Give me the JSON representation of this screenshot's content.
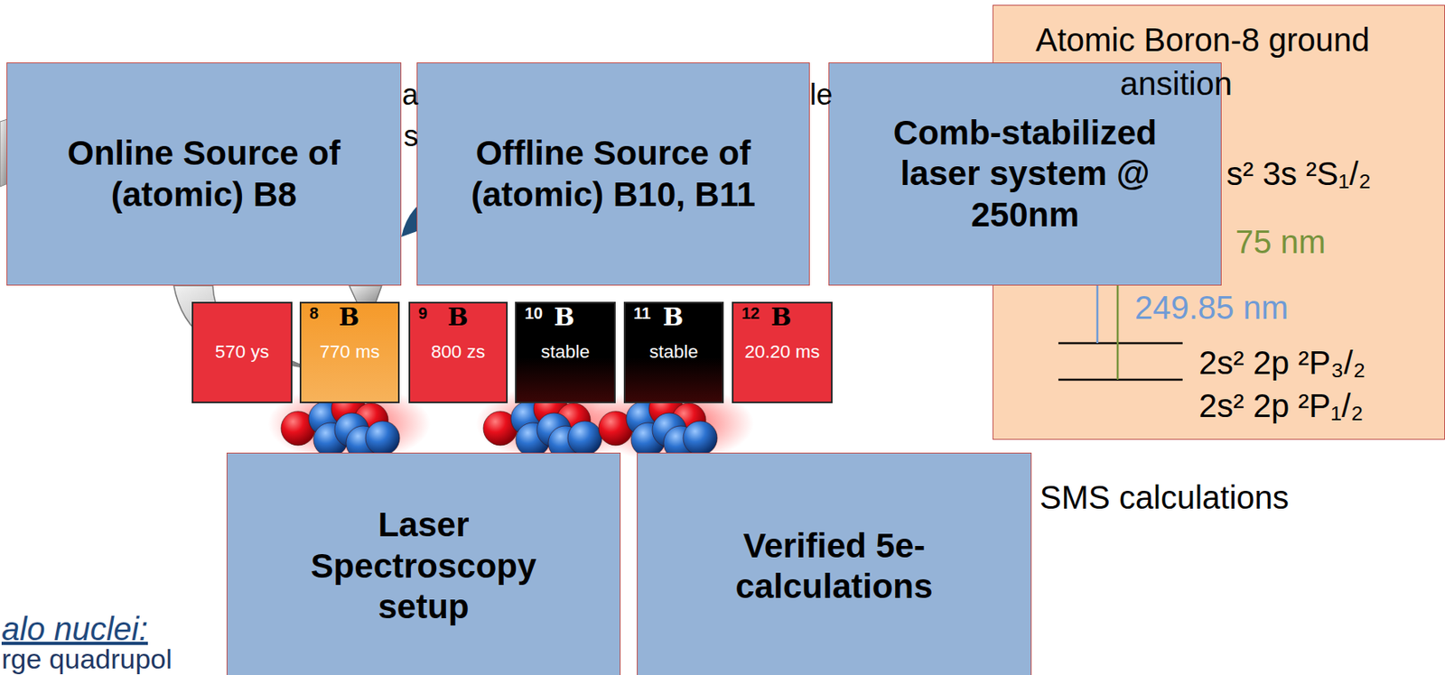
{
  "diagram": {
    "nodes": [
      {
        "text": [
          "Online Source of (atomic) B8"
        ]
      },
      {
        "text": [
          "Offline Source of (atomic) B10, B11"
        ]
      },
      {
        "text": [
          "Comb-stabilized laser system @ 250nm"
        ]
      },
      {
        "text": [
          "Atomic Boron-8 ground",
          "ansition",
          "s² 3s ²S₁/₂",
          "75 nm",
          "249.85 nm",
          "2s² 2p ²P₃/₂",
          "2s² 2p ²P₁/₂"
        ]
      },
      {
        "text": [
          "570 ys"
        ]
      },
      {
        "text": [
          "8",
          "B",
          "770 ms"
        ]
      },
      {
        "text": [
          "9",
          "B",
          "800 zs"
        ]
      },
      {
        "text": [
          "10",
          "B",
          "stable"
        ]
      },
      {
        "text": [
          "11",
          "B",
          "stable"
        ]
      },
      {
        "text": [
          "12",
          "B",
          "20.20 ms"
        ]
      },
      {
        "text": [
          "Laser Spectroscopy setup"
        ]
      },
      {
        "text": [
          "Verified 5e- calculations"
        ]
      }
    ],
    "labels": [
      "a",
      "s",
      "le",
      "SMS calculations",
      "alo nuclei:",
      "rge quadrupol"
    ]
  }
}
